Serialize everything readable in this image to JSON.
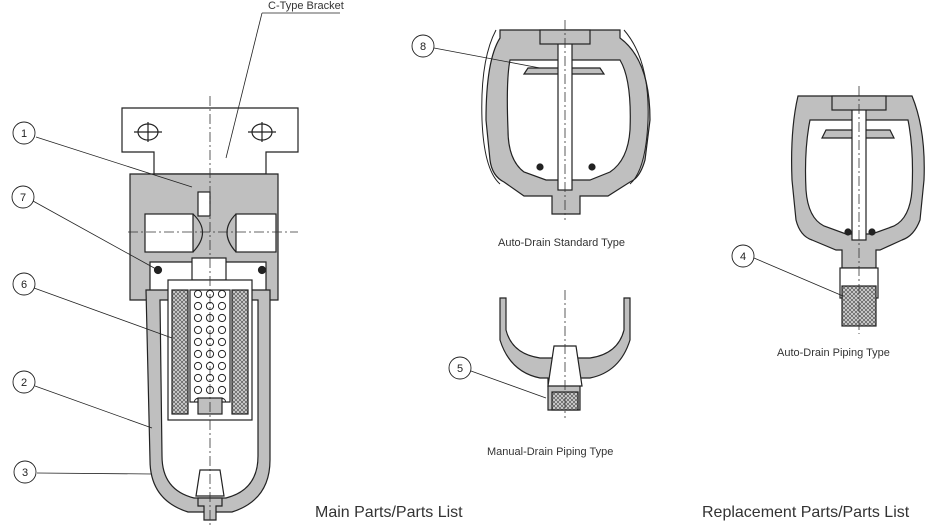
{
  "labels": {
    "bracket": "C-Type Bracket",
    "auto_drain_standard": "Auto-Drain Standard Type",
    "manual_drain_piping": "Manual-Drain Piping Type",
    "auto_drain_piping": "Auto-Drain Piping Type",
    "main_parts_list": "Main Parts/Parts List",
    "replacement_parts_list": "Replacement Parts/Parts List"
  },
  "callouts": [
    "1",
    "2",
    "3",
    "4",
    "5",
    "6",
    "7",
    "8"
  ],
  "colors": {
    "body_fill": "#bfbfbf",
    "line": "#222222",
    "white": "#ffffff"
  }
}
